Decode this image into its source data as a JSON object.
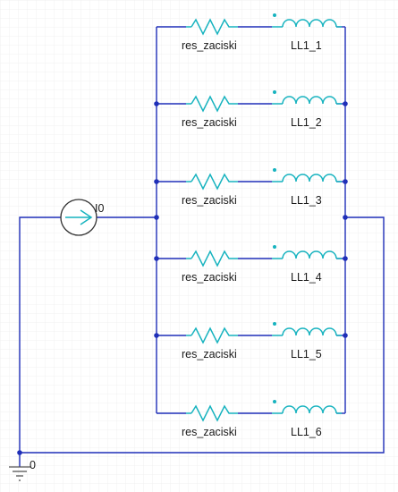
{
  "source": {
    "label": "I0"
  },
  "ground": {
    "label": "0"
  },
  "branches": [
    {
      "resistor": "res_zaciski",
      "inductor": "LL1_1"
    },
    {
      "resistor": "res_zaciski",
      "inductor": "LL1_2"
    },
    {
      "resistor": "res_zaciski",
      "inductor": "LL1_3"
    },
    {
      "resistor": "res_zaciski",
      "inductor": "LL1_4"
    },
    {
      "resistor": "res_zaciski",
      "inductor": "LL1_5"
    },
    {
      "resistor": "res_zaciski",
      "inductor": "LL1_6"
    }
  ],
  "colors": {
    "wire": "#1f2fb8",
    "component": "#17b3bf",
    "grid": "#e6e6e6"
  },
  "icons": {
    "source": "current-source-icon",
    "resistor": "resistor-icon",
    "inductor": "inductor-icon",
    "ground": "ground-icon"
  }
}
